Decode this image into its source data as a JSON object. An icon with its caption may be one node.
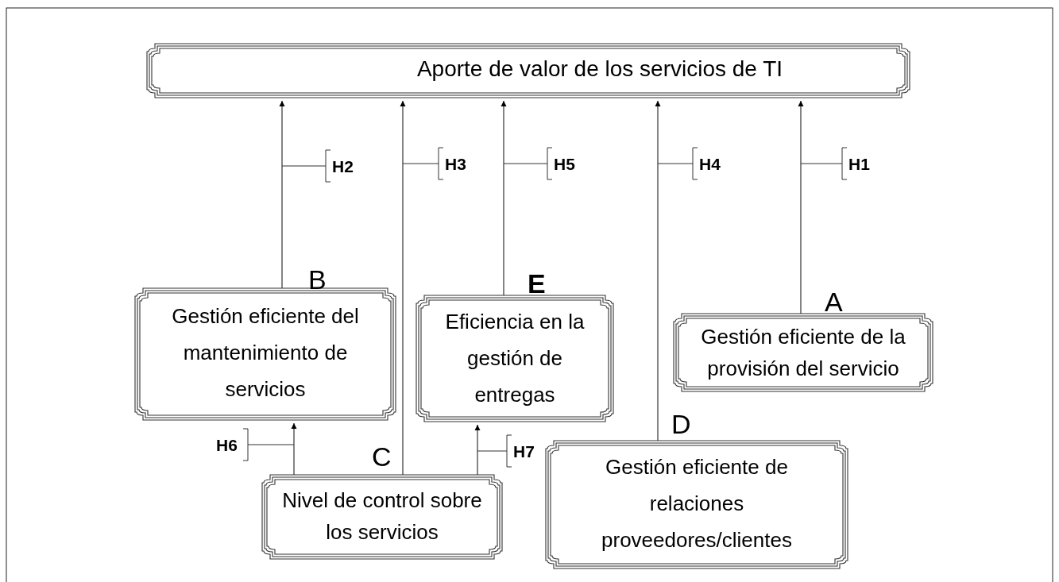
{
  "diagram": {
    "nodes": [
      {
        "text": [
          "Aporte de valor de los servicios de TI"
        ]
      },
      {
        "text": [
          "Gestión eficiente del mantenimiento de servicios"
        ],
        "beside": [
          "B"
        ]
      },
      {
        "text": [
          "Eficiencia en la gestión de entregas"
        ],
        "beside": [
          "E"
        ]
      },
      {
        "text": [
          "Gestión eficiente de la provisión del servicio"
        ],
        "beside": [
          "A"
        ]
      },
      {
        "text": [
          "Nivel de control sobre los servicios"
        ],
        "beside": [
          "C"
        ]
      },
      {
        "text": [
          "Gestión eficiente de relaciones proveedores/clientes"
        ],
        "beside": [
          "D"
        ]
      }
    ],
    "edges": [
      {
        "from": 1,
        "to": 0,
        "arrow": "to",
        "label": "H2"
      },
      {
        "from": 4,
        "to": 0,
        "arrow": "to",
        "label": "H3"
      },
      {
        "from": 2,
        "to": 0,
        "arrow": "to",
        "label": "H5"
      },
      {
        "from": 5,
        "to": 0,
        "arrow": "to",
        "label": "H4"
      },
      {
        "from": 3,
        "to": 0,
        "arrow": "to",
        "label": "H1"
      },
      {
        "from": 4,
        "to": 1,
        "arrow": "to",
        "label": "H6"
      },
      {
        "from": 4,
        "to": 2,
        "arrow": "to",
        "label": "H7"
      }
    ]
  }
}
